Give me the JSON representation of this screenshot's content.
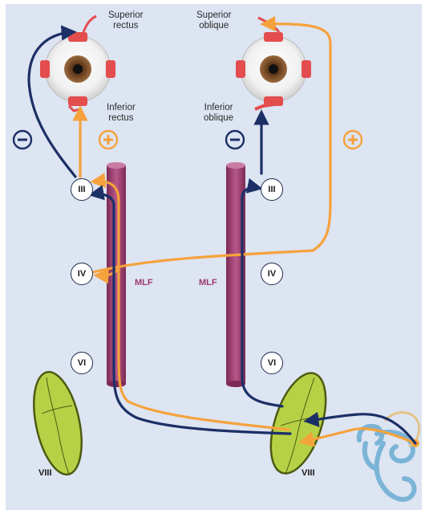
{
  "eyes": {
    "left": {
      "top_muscle": "Superior\nrectus",
      "bottom_muscle": "Inferior\nrectus"
    },
    "right": {
      "top_muscle": "Superior\noblique",
      "bottom_muscle": "Inferior\noblique"
    }
  },
  "signs": {
    "inhibitory_left": "−",
    "excitatory_left": "+",
    "inhibitory_right": "−",
    "excitatory_right": "+"
  },
  "tract_label": "MLF",
  "nuclei": {
    "left": [
      "III",
      "IV",
      "VI"
    ],
    "right": [
      "III",
      "IV",
      "VI"
    ]
  },
  "vestibular_nerve": {
    "left": "VIII",
    "right": "VIII"
  },
  "colors": {
    "background": "#dde4f2",
    "inhibitory": "#1c2f66",
    "excitatory": "#f5a23c",
    "mlf": "#a2406f",
    "ganglion_fill": "#b7d146",
    "ganglion_stroke": "#4c5b12",
    "labyrinth": "#7ab4d6",
    "muscle": "#e34d4d",
    "iris": "#7a4a28"
  }
}
